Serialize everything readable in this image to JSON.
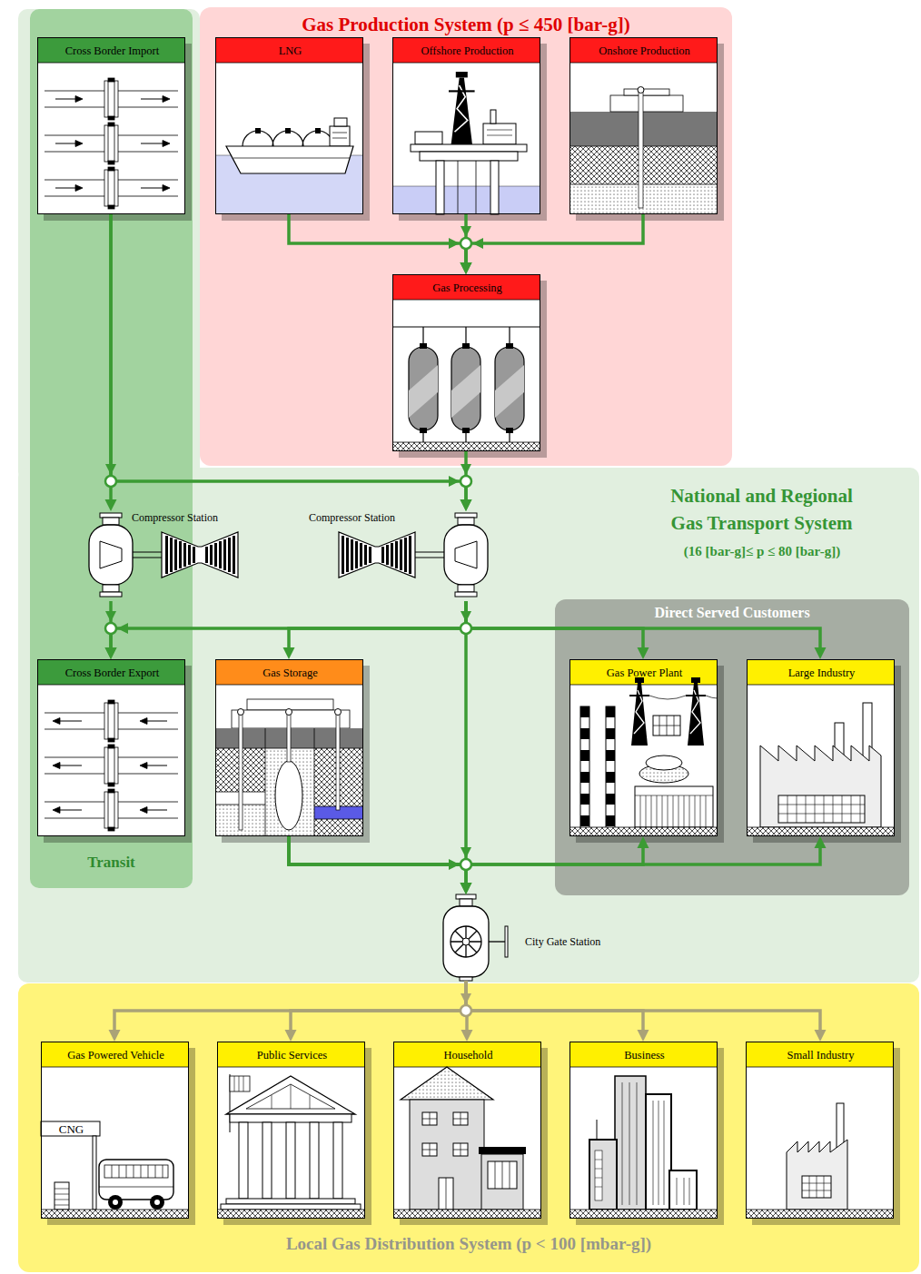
{
  "diagram": {
    "nodes": [
      {
        "text": [
          "Gas Production System (p ≤ 450 [bar-g])"
        ]
      },
      {
        "text": [
          "Transit"
        ]
      },
      {
        "text": [
          "National and Regional Gas Transport System",
          "(16 [bar-g]≤ p ≤ 80 [bar-g])"
        ]
      },
      {
        "text": [
          "Direct Served Customers"
        ],
        "in": 2
      },
      {
        "text": [
          "Local Gas Distribution System (p < 100 [mbar-g])"
        ]
      },
      {
        "text": [
          "Cross Border Import"
        ],
        "in": 1
      },
      {
        "text": [
          "LNG"
        ],
        "in": 0
      },
      {
        "text": [
          "Offshore Production"
        ],
        "in": 0
      },
      {
        "text": [
          "Onshore Production"
        ],
        "in": 0
      },
      {
        "text": [
          "Gas Processing"
        ],
        "in": 0
      },
      {
        "text": [
          "Compressor Station"
        ],
        "in": 2
      },
      {
        "text": [
          "Compressor Station"
        ],
        "in": 2
      },
      {
        "text": [
          "Cross Border Export"
        ],
        "in": 1
      },
      {
        "text": [
          "Gas Storage"
        ],
        "in": 2
      },
      {
        "text": [
          "Gas Power Plant"
        ],
        "in": 3
      },
      {
        "text": [
          "Large Industry"
        ],
        "in": 3
      },
      {
        "text": [
          "City Gate Station"
        ],
        "in": 2
      },
      {
        "text": [
          "Gas Powered Vehicle"
        ],
        "in": 4
      },
      {
        "text": [
          "Public Services"
        ],
        "in": 4
      },
      {
        "text": [
          "Household"
        ],
        "in": 4
      },
      {
        "text": [
          "Business"
        ],
        "in": 4
      },
      {
        "text": [
          "Small Industry"
        ],
        "in": 4
      }
    ],
    "edges": [
      {
        "from": 6,
        "to": 9,
        "arrow": "to"
      },
      {
        "from": 7,
        "to": 9,
        "arrow": "to"
      },
      {
        "from": 8,
        "to": 9,
        "arrow": "to"
      },
      {
        "from": 5,
        "to": 10,
        "arrow": "to"
      },
      {
        "from": 5,
        "to": 11,
        "arrow": "to"
      },
      {
        "from": 9,
        "to": 11,
        "arrow": "to"
      },
      {
        "from": 10,
        "to": 12,
        "arrow": "to"
      },
      {
        "from": 11,
        "to": 12,
        "arrow": "to"
      },
      {
        "from": 11,
        "to": 13,
        "arrow": "to"
      },
      {
        "from": 11,
        "to": 14,
        "arrow": "to"
      },
      {
        "from": 11,
        "to": 15,
        "arrow": "to"
      },
      {
        "from": 11,
        "to": 16,
        "arrow": "to"
      },
      {
        "from": 13,
        "to": 16,
        "arrow": "to"
      },
      {
        "from": 13,
        "to": 14,
        "arrow": "to"
      },
      {
        "from": 13,
        "to": 15,
        "arrow": "to"
      },
      {
        "from": 16,
        "to": 17,
        "arrow": "to"
      },
      {
        "from": 16,
        "to": 18,
        "arrow": "to"
      },
      {
        "from": 16,
        "to": 19,
        "arrow": "to"
      },
      {
        "from": 16,
        "to": 20,
        "arrow": "to"
      },
      {
        "from": 16,
        "to": 21,
        "arrow": "to"
      }
    ],
    "labels": [
      "CNG"
    ]
  }
}
